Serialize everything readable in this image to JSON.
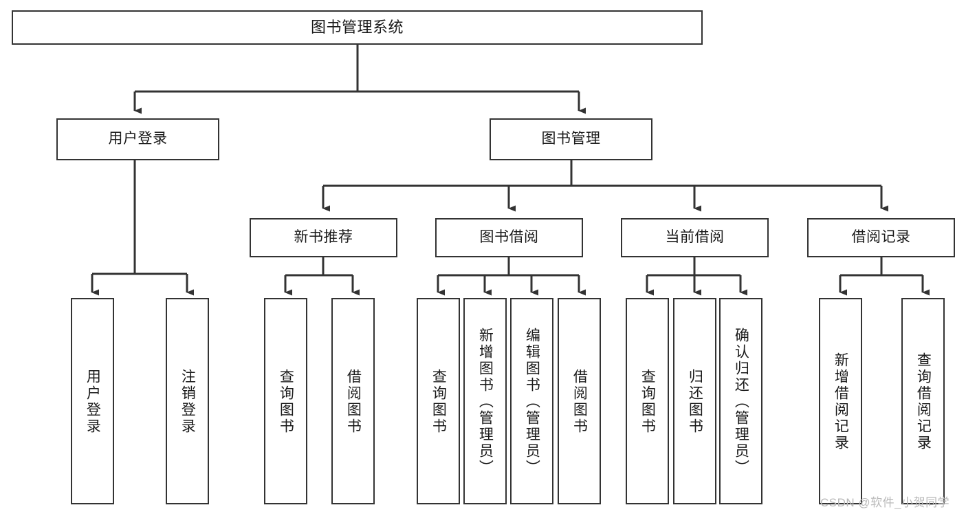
{
  "diagram": {
    "type": "tree-hierarchy",
    "title": "图书管理系统",
    "orientation": "top-down",
    "colors": {
      "box_border": "#333333",
      "box_fill": "#ffffff",
      "connector": "#333333",
      "text": "#1a1a1a",
      "watermark": "#b9b9b9",
      "background": "#ffffff"
    },
    "root": {
      "label": "图书管理系统"
    },
    "level2": [
      {
        "label": "用户登录"
      },
      {
        "label": "图书管理"
      }
    ],
    "level3": [
      {
        "label": "新书推荐"
      },
      {
        "label": "图书借阅"
      },
      {
        "label": "当前借阅"
      },
      {
        "label": "借阅记录"
      }
    ],
    "leaves": [
      {
        "label": "用户登录",
        "parent": "用户登录"
      },
      {
        "label": "注销登录",
        "parent": "用户登录"
      },
      {
        "label": "查询图书",
        "parent": "新书推荐"
      },
      {
        "label": "借阅图书",
        "parent": "新书推荐"
      },
      {
        "label": "查询图书",
        "parent": "图书借阅"
      },
      {
        "label": "新增图书（管理员）",
        "parent": "图书借阅"
      },
      {
        "label": "编辑图书（管理员）",
        "parent": "图书借阅"
      },
      {
        "label": "借阅图书",
        "parent": "图书借阅"
      },
      {
        "label": "查询图书",
        "parent": "当前借阅"
      },
      {
        "label": "归还图书",
        "parent": "当前借阅"
      },
      {
        "label": "确认归还（管理员）",
        "parent": "当前借阅"
      },
      {
        "label": "新增借阅记录",
        "parent": "借阅记录"
      },
      {
        "label": "查询借阅记录",
        "parent": "借阅记录"
      }
    ]
  },
  "watermark": {
    "text": "CSDN @软件_小贺同学"
  }
}
